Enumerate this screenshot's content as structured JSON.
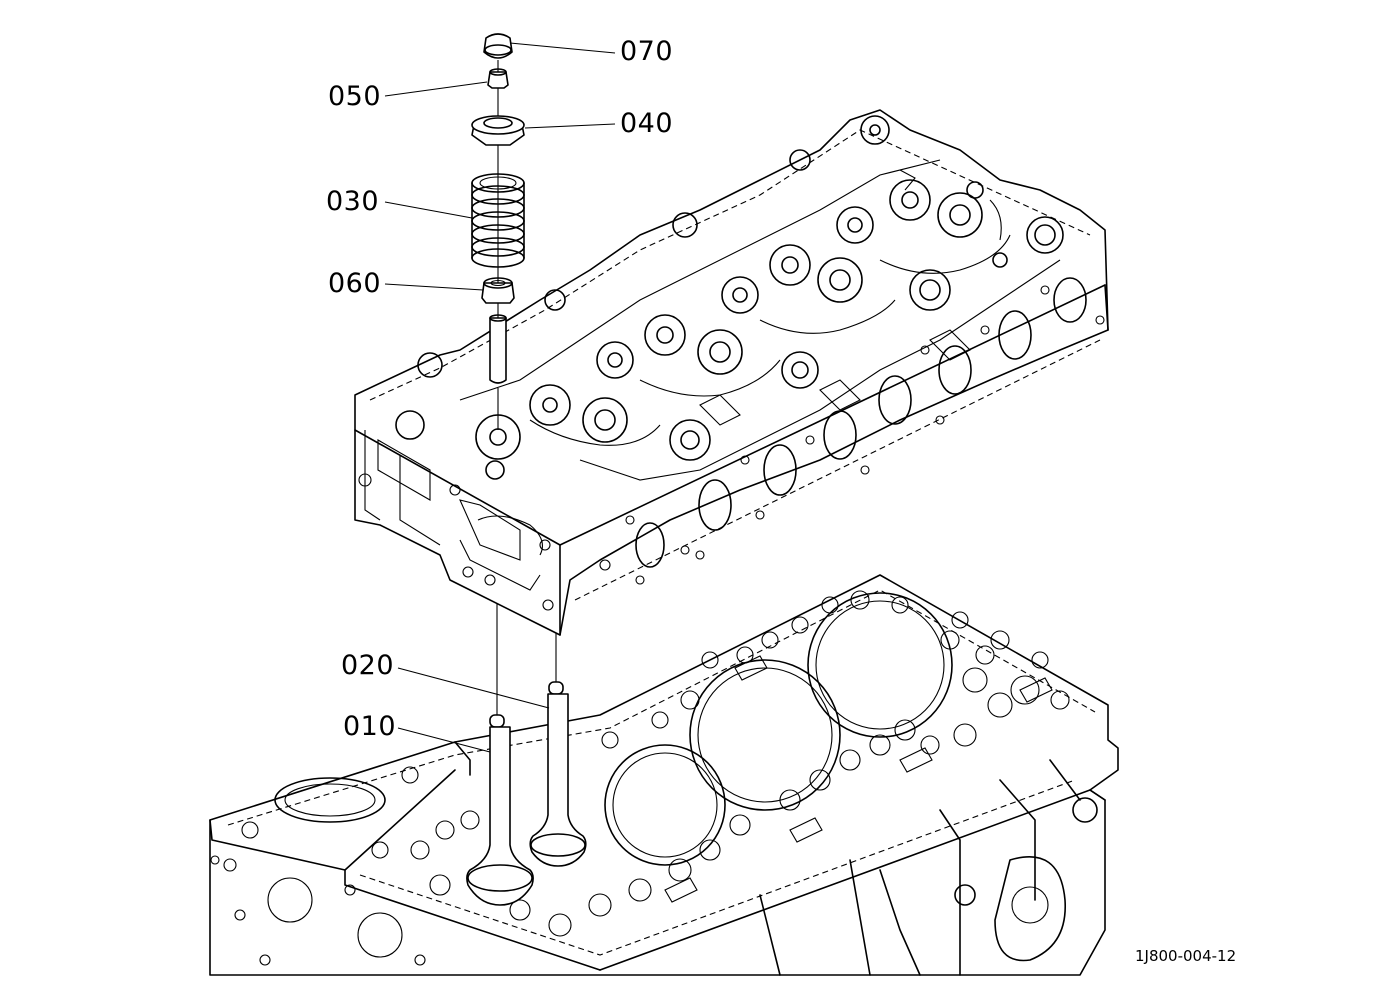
{
  "parts": [
    {
      "id": "p070",
      "label": "070",
      "desc_icon": "valve-cap-icon"
    },
    {
      "id": "p050",
      "label": "050",
      "desc_icon": "valve-collet-icon"
    },
    {
      "id": "p040",
      "label": "040",
      "desc_icon": "spring-retainer-icon"
    },
    {
      "id": "p030",
      "label": "030",
      "desc_icon": "valve-spring-icon"
    },
    {
      "id": "p060",
      "label": "060",
      "desc_icon": "valve-stem-seal-icon"
    },
    {
      "id": "p020",
      "label": "020",
      "desc_icon": "exhaust-valve-icon"
    },
    {
      "id": "p010",
      "label": "010",
      "desc_icon": "intake-valve-icon"
    }
  ],
  "drawing_id": "1J800-004-12"
}
